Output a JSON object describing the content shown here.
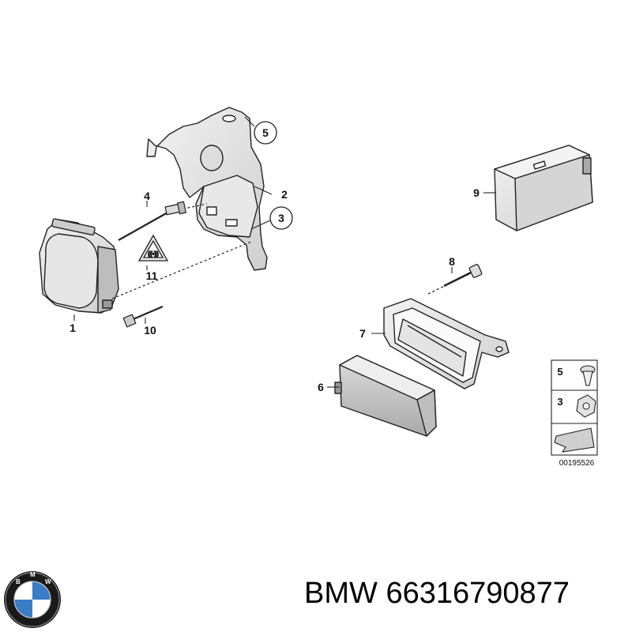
{
  "diagram": {
    "callouts": {
      "n1": "1",
      "n2": "2",
      "n3": "3",
      "n4": "4",
      "n5": "5",
      "n6": "6",
      "n7": "7",
      "n8": "8",
      "n9": "9",
      "n10": "10",
      "n11": "11"
    },
    "legend": {
      "row1": "5",
      "row2": "3"
    },
    "diagram_number": "00195526"
  },
  "footer": {
    "brand": "BMW",
    "part_number": "66316790877"
  },
  "logo": {
    "letters": "BMW",
    "colors": {
      "blue": "#3a7cc6",
      "white": "#ffffff",
      "ring": "#1a1a1a"
    }
  }
}
